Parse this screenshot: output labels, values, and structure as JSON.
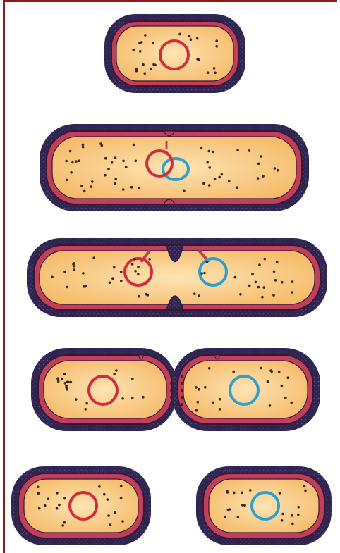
{
  "colors": {
    "border_red": "#8b1a1a",
    "capsule_dark": "#2e2450",
    "capsule_speckle": "#5d4f86",
    "wall_pink": "#c0405a",
    "wall_outline": "#3b1535",
    "cytoplasm": "#f7c47a",
    "cytoplasm_light": "#fde4b4",
    "ribosome_dot": "#3a2418",
    "dna_red": "#d42a3a",
    "dna_blue": "#2a9fd0"
  },
  "stages": [
    {
      "name": "single-cell",
      "dna": [
        "red"
      ]
    },
    {
      "name": "replicating-dna",
      "dna": [
        "red",
        "blue"
      ]
    },
    {
      "name": "elongated-septum-forming",
      "dna": [
        "red",
        "blue"
      ]
    },
    {
      "name": "septum-complete",
      "dna": [
        "red",
        "blue"
      ]
    },
    {
      "name": "separated-daughter-cells",
      "dna": [
        "red",
        "blue"
      ]
    }
  ]
}
